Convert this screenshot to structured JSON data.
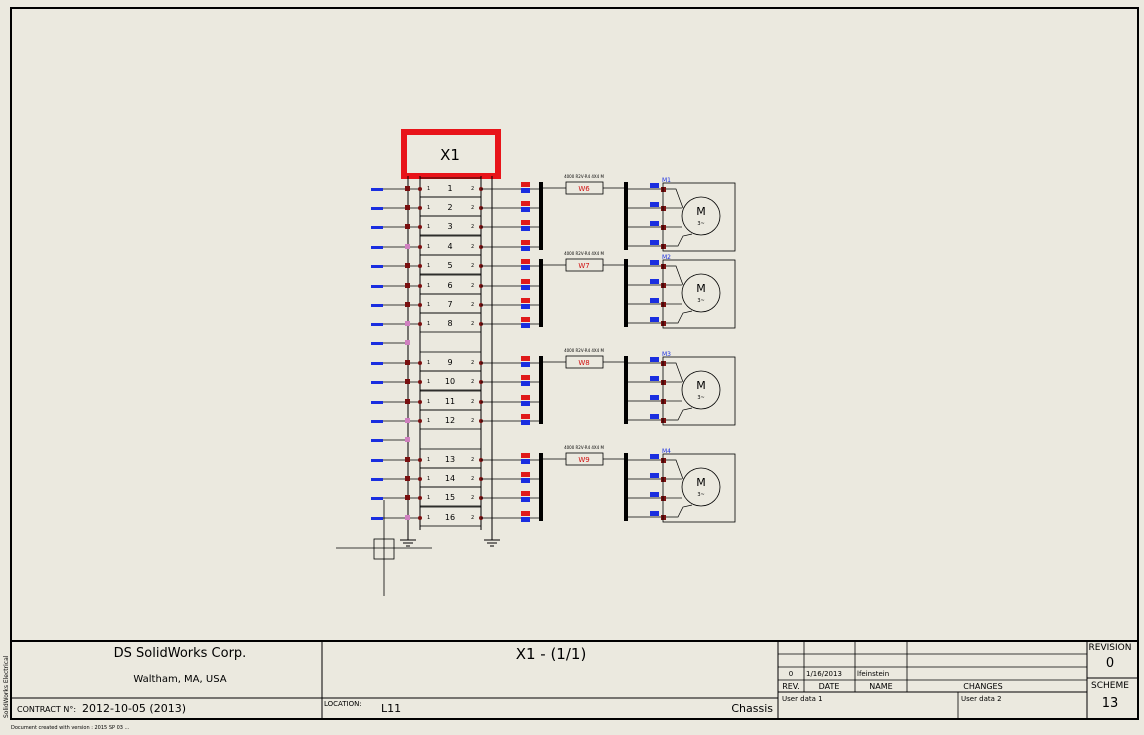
{
  "terminal_strip": {
    "tag": "X1",
    "highlight_color": "#e8141a",
    "terminals": [
      "1",
      "2",
      "3",
      "4",
      "5",
      "6",
      "7",
      "8",
      "9",
      "10",
      "11",
      "12",
      "13",
      "14",
      "15",
      "16"
    ],
    "left_pin": "1",
    "right_pin": "2"
  },
  "cables": [
    {
      "label": "W6",
      "spec": "4000 R2V-R4 4X4 M"
    },
    {
      "label": "W7",
      "spec": "4000 R2V-R4 4X4 M"
    },
    {
      "label": "W8",
      "spec": "4000 R2V-R4 4X4 M"
    },
    {
      "label": "W9",
      "spec": "4000 R2V-R4 4X4 M"
    }
  ],
  "motors": [
    {
      "tag": "M1",
      "symbol": "M",
      "phase": "3~"
    },
    {
      "tag": "M2",
      "symbol": "M",
      "phase": "3~"
    },
    {
      "tag": "M3",
      "symbol": "M",
      "phase": "3~"
    },
    {
      "tag": "M4",
      "symbol": "M",
      "phase": "3~"
    }
  ],
  "colors": {
    "wire_blue": "#1a2ee0",
    "wire_red": "#e01a1a",
    "node_dark": "#7a1010",
    "node_pink": "#d080c0",
    "cable_red": "#d01010",
    "motor_tag": "#1a2ee0"
  },
  "title_block": {
    "company": "DS SolidWorks Corp.",
    "address": "Waltham, MA, USA",
    "contract_label": "CONTRACT N°:",
    "contract_value": "2012-10-05 (2013)",
    "title": "X1 - (1/1)",
    "location_label": "LOCATION:",
    "location_value": "L11",
    "chassis": "Chassis",
    "rev_row": {
      "rev": "0",
      "date": "1/16/2013",
      "name": "lfeinstein"
    },
    "headers": {
      "rev": "REV.",
      "date": "DATE",
      "name": "NAME",
      "changes": "CHANGES"
    },
    "user_data_1": "User data 1",
    "user_data_2": "User data 2",
    "revision_label": "REVISION",
    "revision_value": "0",
    "scheme_label": "SCHEME",
    "scheme_value": "13",
    "side_text": "SolidWorks Electrical",
    "footer_text": "Document created with version : 2015 SP 03 ..."
  }
}
